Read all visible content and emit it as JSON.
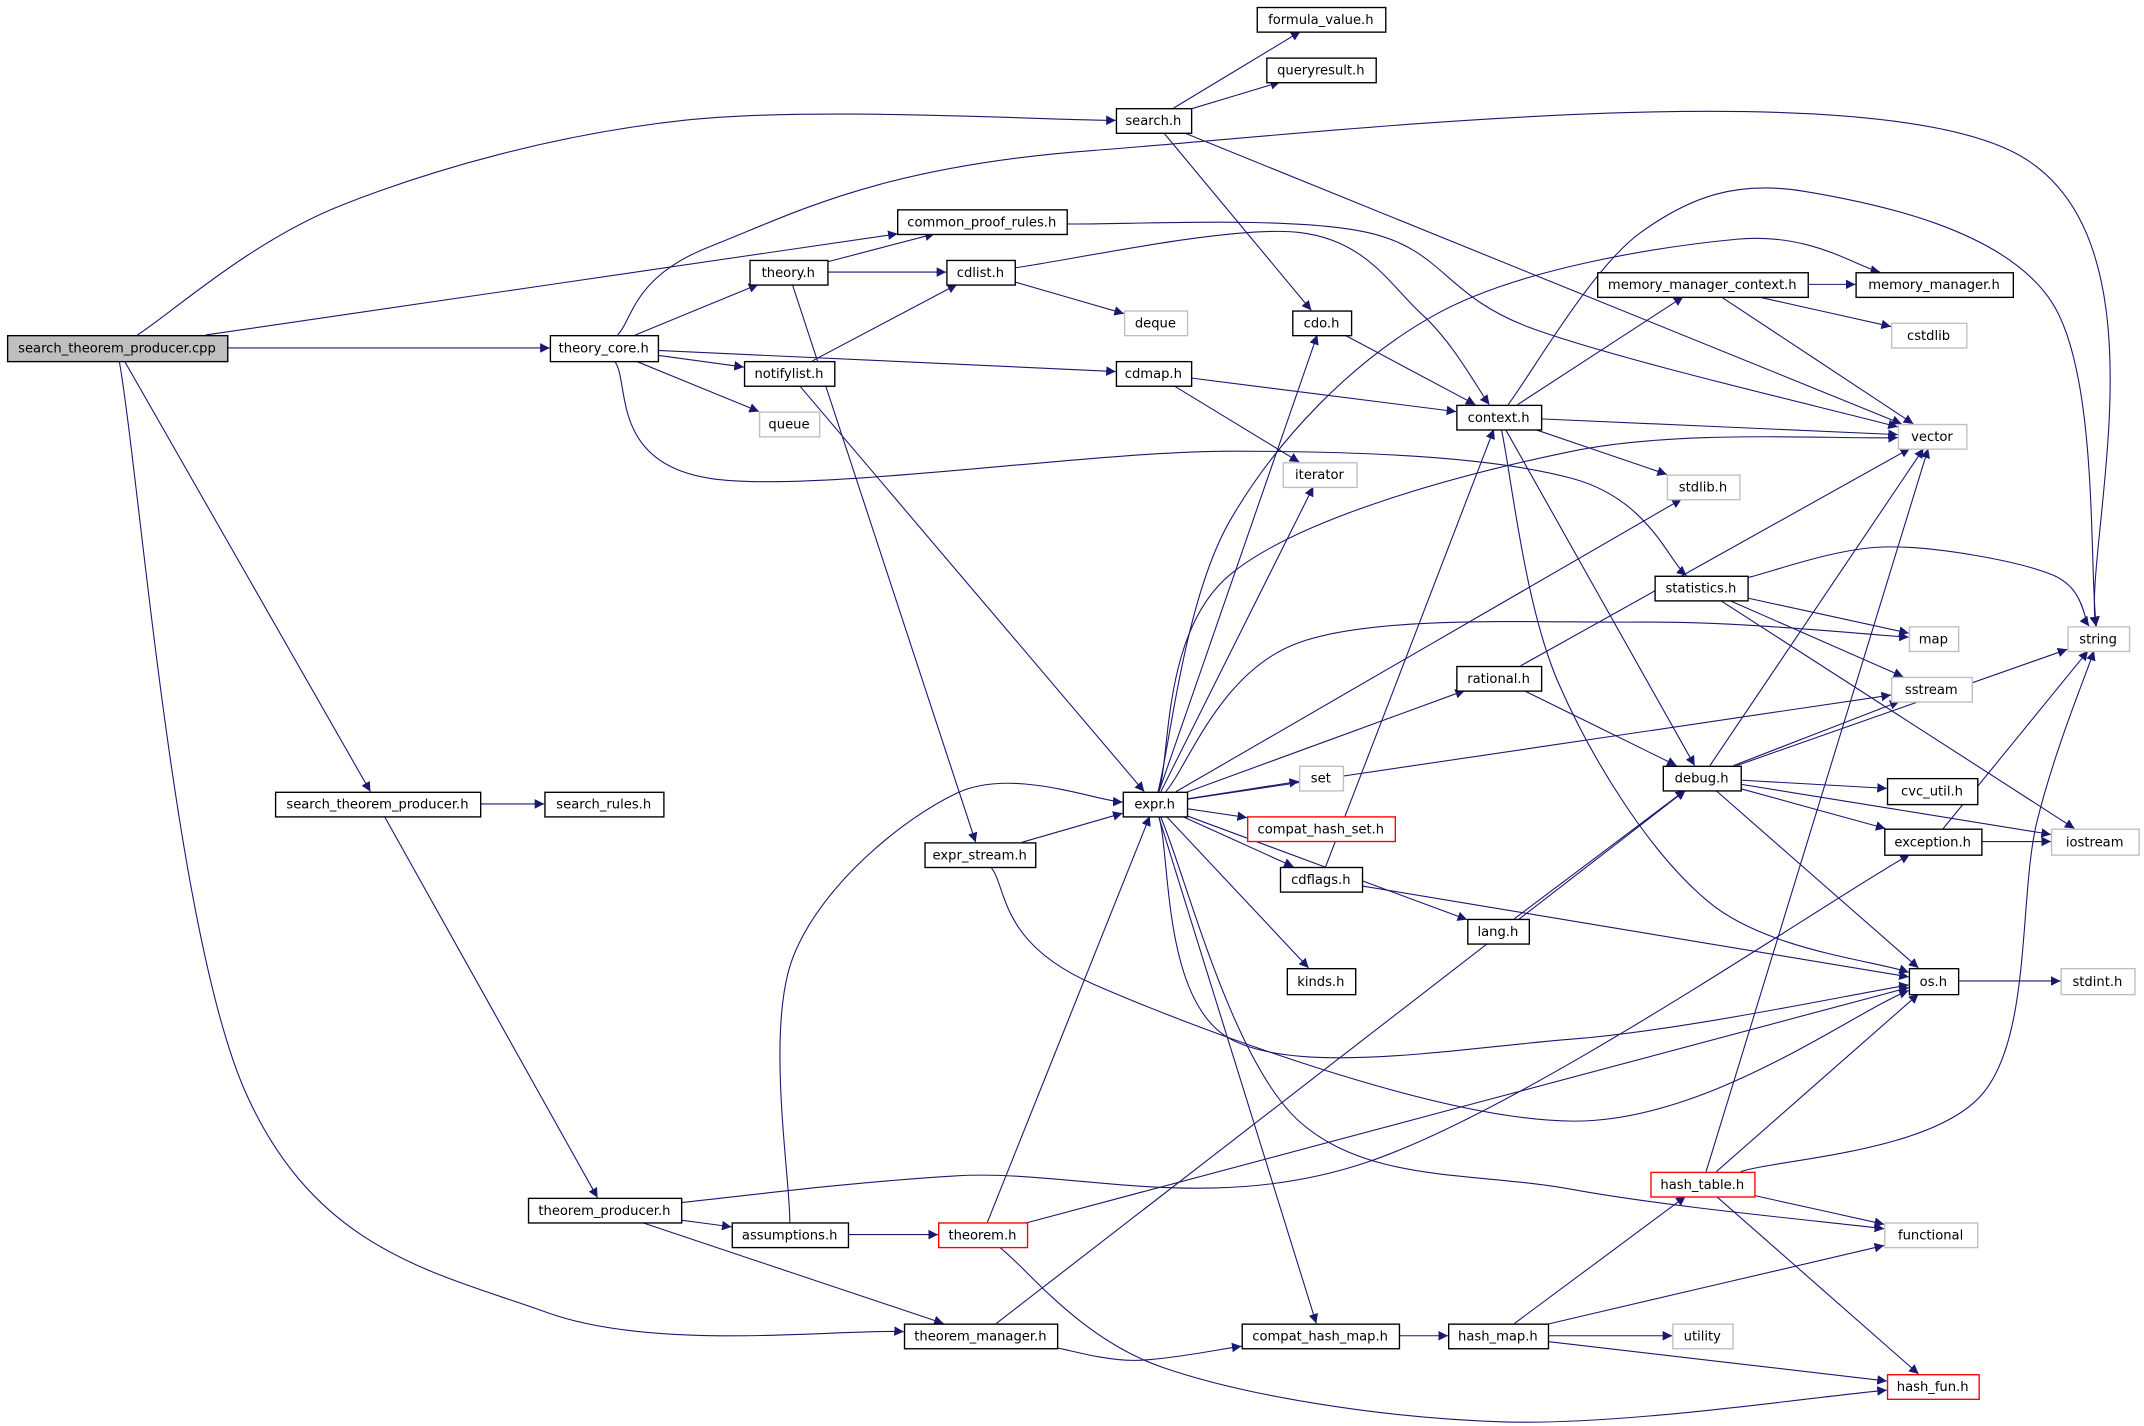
{
  "graph": {
    "title": "search_theorem_producer.cpp include dependency graph",
    "colors": {
      "edge": "#191970",
      "main_fill": "#bfbfbf",
      "main_border": "#000000",
      "local_border": "#000000",
      "truncated_border": "#ff0000",
      "system_border": "#bfbfbf"
    },
    "nodes": [
      {
        "id": "cpp",
        "label": "search_theorem_producer.cpp",
        "kind": "main"
      },
      {
        "id": "search",
        "label": "search.h",
        "kind": "local"
      },
      {
        "id": "formula_value",
        "label": "formula_value.h",
        "kind": "local"
      },
      {
        "id": "queryresult",
        "label": "queryresult.h",
        "kind": "local"
      },
      {
        "id": "common_proof_rules",
        "label": "common_proof_rules.h",
        "kind": "local"
      },
      {
        "id": "theory",
        "label": "theory.h",
        "kind": "local"
      },
      {
        "id": "cdlist",
        "label": "cdlist.h",
        "kind": "local"
      },
      {
        "id": "theory_core",
        "label": "theory_core.h",
        "kind": "local"
      },
      {
        "id": "notifylist",
        "label": "notifylist.h",
        "kind": "local"
      },
      {
        "id": "cdmap",
        "label": "cdmap.h",
        "kind": "local"
      },
      {
        "id": "cdo",
        "label": "cdo.h",
        "kind": "local"
      },
      {
        "id": "context",
        "label": "context.h",
        "kind": "local"
      },
      {
        "id": "memory_manager_context",
        "label": "memory_manager_context.h",
        "kind": "local"
      },
      {
        "id": "memory_manager",
        "label": "memory_manager.h",
        "kind": "local"
      },
      {
        "id": "statistics",
        "label": "statistics.h",
        "kind": "local"
      },
      {
        "id": "rational",
        "label": "rational.h",
        "kind": "local"
      },
      {
        "id": "debug",
        "label": "debug.h",
        "kind": "local"
      },
      {
        "id": "cvc_util",
        "label": "cvc_util.h",
        "kind": "local"
      },
      {
        "id": "exception",
        "label": "exception.h",
        "kind": "local"
      },
      {
        "id": "expr",
        "label": "expr.h",
        "kind": "local"
      },
      {
        "id": "search_theorem_producer",
        "label": "search_theorem_producer.h",
        "kind": "local"
      },
      {
        "id": "search_rules",
        "label": "search_rules.h",
        "kind": "local"
      },
      {
        "id": "expr_stream",
        "label": "expr_stream.h",
        "kind": "local"
      },
      {
        "id": "cdflags",
        "label": "cdflags.h",
        "kind": "local"
      },
      {
        "id": "lang",
        "label": "lang.h",
        "kind": "local"
      },
      {
        "id": "kinds",
        "label": "kinds.h",
        "kind": "local"
      },
      {
        "id": "os",
        "label": "os.h",
        "kind": "local"
      },
      {
        "id": "theorem_producer",
        "label": "theorem_producer.h",
        "kind": "local"
      },
      {
        "id": "assumptions",
        "label": "assumptions.h",
        "kind": "local"
      },
      {
        "id": "theorem_manager",
        "label": "theorem_manager.h",
        "kind": "local"
      },
      {
        "id": "compat_hash_map",
        "label": "compat_hash_map.h",
        "kind": "local"
      },
      {
        "id": "hash_map",
        "label": "hash_map.h",
        "kind": "local"
      },
      {
        "id": "compat_hash_set",
        "label": "compat_hash_set.h",
        "kind": "truncated"
      },
      {
        "id": "theorem",
        "label": "theorem.h",
        "kind": "truncated"
      },
      {
        "id": "hash_table",
        "label": "hash_table.h",
        "kind": "truncated"
      },
      {
        "id": "hash_fun",
        "label": "hash_fun.h",
        "kind": "truncated"
      },
      {
        "id": "deque",
        "label": "deque",
        "kind": "system"
      },
      {
        "id": "queue",
        "label": "queue",
        "kind": "system"
      },
      {
        "id": "iterator",
        "label": "iterator",
        "kind": "system"
      },
      {
        "id": "vector",
        "label": "vector",
        "kind": "system"
      },
      {
        "id": "cstdlib",
        "label": "cstdlib",
        "kind": "system"
      },
      {
        "id": "stdlib",
        "label": "stdlib.h",
        "kind": "system"
      },
      {
        "id": "map",
        "label": "map",
        "kind": "system"
      },
      {
        "id": "string",
        "label": "string",
        "kind": "system"
      },
      {
        "id": "sstream",
        "label": "sstream",
        "kind": "system"
      },
      {
        "id": "set",
        "label": "set",
        "kind": "system"
      },
      {
        "id": "iostream",
        "label": "iostream",
        "kind": "system"
      },
      {
        "id": "stdint",
        "label": "stdint.h",
        "kind": "system"
      },
      {
        "id": "functional",
        "label": "functional",
        "kind": "system"
      },
      {
        "id": "utility",
        "label": "utility",
        "kind": "system"
      }
    ],
    "edges": [
      [
        "cpp",
        "search"
      ],
      [
        "cpp",
        "common_proof_rules"
      ],
      [
        "cpp",
        "theory_core"
      ],
      [
        "cpp",
        "search_theorem_producer"
      ],
      [
        "cpp",
        "theorem_manager"
      ],
      [
        "search",
        "formula_value"
      ],
      [
        "search",
        "queryresult"
      ],
      [
        "search",
        "cdo"
      ],
      [
        "search",
        "vector"
      ],
      [
        "theory_core",
        "theory"
      ],
      [
        "theory_core",
        "notifylist"
      ],
      [
        "theory_core",
        "queue"
      ],
      [
        "theory_core",
        "cdmap"
      ],
      [
        "theory_core",
        "statistics"
      ],
      [
        "theory_core",
        "string"
      ],
      [
        "common_proof_rules",
        "vector"
      ],
      [
        "theory",
        "common_proof_rules"
      ],
      [
        "theory",
        "cdlist"
      ],
      [
        "theory",
        "expr_stream"
      ],
      [
        "cdlist",
        "deque"
      ],
      [
        "cdlist",
        "context"
      ],
      [
        "notifylist",
        "cdlist"
      ],
      [
        "notifylist",
        "expr"
      ],
      [
        "cdmap",
        "context"
      ],
      [
        "cdmap",
        "iterator"
      ],
      [
        "cdo",
        "context"
      ],
      [
        "context",
        "memory_manager_context"
      ],
      [
        "context",
        "vector"
      ],
      [
        "context",
        "stdlib"
      ],
      [
        "context",
        "debug"
      ],
      [
        "context",
        "os"
      ],
      [
        "context",
        "string"
      ],
      [
        "memory_manager_context",
        "memory_manager"
      ],
      [
        "memory_manager_context",
        "cstdlib"
      ],
      [
        "memory_manager_context",
        "vector"
      ],
      [
        "expr",
        "cdo"
      ],
      [
        "expr",
        "iterator"
      ],
      [
        "expr",
        "stdlib"
      ],
      [
        "expr",
        "vector"
      ],
      [
        "expr",
        "map"
      ],
      [
        "expr",
        "rational"
      ],
      [
        "expr",
        "sstream"
      ],
      [
        "expr",
        "set"
      ],
      [
        "expr",
        "compat_hash_set"
      ],
      [
        "expr",
        "cdflags"
      ],
      [
        "expr",
        "lang"
      ],
      [
        "expr",
        "kinds"
      ],
      [
        "expr",
        "os"
      ],
      [
        "expr",
        "compat_hash_map"
      ],
      [
        "expr",
        "functional"
      ],
      [
        "expr",
        "memory_manager"
      ],
      [
        "statistics",
        "string"
      ],
      [
        "statistics",
        "map"
      ],
      [
        "statistics",
        "sstream"
      ],
      [
        "statistics",
        "iostream"
      ],
      [
        "rational",
        "vector"
      ],
      [
        "rational",
        "debug"
      ],
      [
        "debug",
        "string"
      ],
      [
        "debug",
        "sstream"
      ],
      [
        "debug",
        "cvc_util"
      ],
      [
        "debug",
        "exception"
      ],
      [
        "debug",
        "iostream"
      ],
      [
        "debug",
        "os"
      ],
      [
        "debug",
        "vector"
      ],
      [
        "exception",
        "string"
      ],
      [
        "exception",
        "iostream"
      ],
      [
        "cdflags",
        "context"
      ],
      [
        "cdflags",
        "os"
      ],
      [
        "lang",
        "debug"
      ],
      [
        "os",
        "stdint"
      ],
      [
        "expr_stream",
        "expr"
      ],
      [
        "expr_stream",
        "os"
      ],
      [
        "search_theorem_producer",
        "search_rules"
      ],
      [
        "search_theorem_producer",
        "theorem_producer"
      ],
      [
        "theorem_producer",
        "assumptions"
      ],
      [
        "theorem_producer",
        "theorem_manager"
      ],
      [
        "theorem_producer",
        "exception"
      ],
      [
        "assumptions",
        "theorem"
      ],
      [
        "assumptions",
        "expr"
      ],
      [
        "theorem",
        "expr"
      ],
      [
        "theorem",
        "os"
      ],
      [
        "theorem",
        "hash_fun"
      ],
      [
        "theorem_manager",
        "debug"
      ],
      [
        "theorem_manager",
        "compat_hash_map"
      ],
      [
        "compat_hash_map",
        "hash_map"
      ],
      [
        "hash_map",
        "hash_table"
      ],
      [
        "hash_map",
        "functional"
      ],
      [
        "hash_map",
        "utility"
      ],
      [
        "hash_map",
        "hash_fun"
      ],
      [
        "hash_table",
        "vector"
      ],
      [
        "hash_table",
        "string"
      ],
      [
        "hash_table",
        "os"
      ],
      [
        "hash_table",
        "functional"
      ],
      [
        "hash_table",
        "hash_fun"
      ]
    ]
  }
}
